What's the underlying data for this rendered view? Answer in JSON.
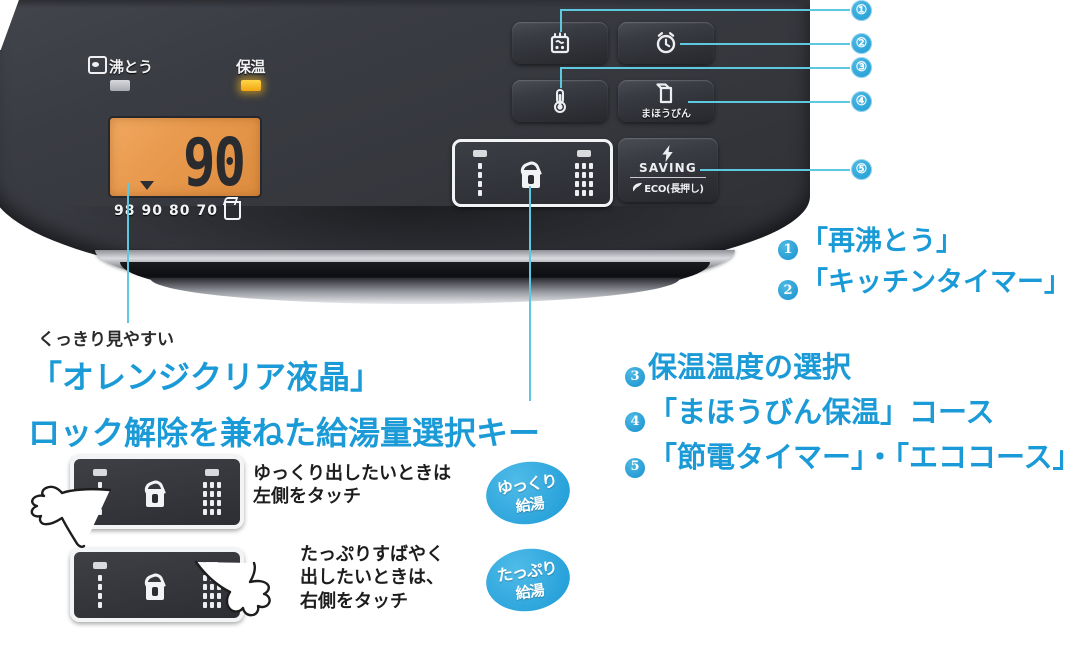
{
  "product": {
    "lamps": [
      {
        "icon": "kettle-icon",
        "label": "沸とう",
        "state": "off"
      },
      {
        "icon": "",
        "label": "保温",
        "state": "on"
      }
    ],
    "lcd": {
      "value": "90",
      "unit_scale": [
        "98",
        "90",
        "80",
        "70"
      ],
      "scale_icon": "thermos-icon",
      "marker": "▼"
    },
    "buttons": [
      {
        "id": "reboil",
        "icon": "kettle-steam-icon",
        "caption": ""
      },
      {
        "id": "timer",
        "icon": "alarm-clock-icon",
        "caption": ""
      },
      {
        "id": "temp",
        "icon": "thermometer-icon",
        "caption": ""
      },
      {
        "id": "mahobin",
        "icon": "thermos-flask-icon",
        "caption": "まほうびん"
      },
      {
        "id": "saving",
        "icon": "lightning-bolt-icon",
        "caption": "SAVING",
        "sub_icon": "leaf-icon",
        "sub_caption": "ECO(長押し)"
      }
    ],
    "lock_panel": {
      "icon": "unlocked-padlock-icon"
    }
  },
  "callouts": [
    {
      "num": "①"
    },
    {
      "num": "②"
    },
    {
      "num": "③"
    },
    {
      "num": "④"
    },
    {
      "num": "⑤"
    }
  ],
  "legend": {
    "group_top": [
      {
        "num": "1",
        "text": "「再沸とう」"
      },
      {
        "num": "2",
        "text": "「キッチンタイマー」"
      }
    ],
    "group_bottom": [
      {
        "num": "3",
        "text": "保温温度の選択"
      },
      {
        "num": "4",
        "text": "「まほうびん保温」コース"
      },
      {
        "num": "5",
        "text": "「節電タイマー」・「エココース」"
      }
    ]
  },
  "annotations": {
    "lcd_sub": "くっきり見やすい",
    "lcd_main": "「オレンジクリア液晶」",
    "keys_title": "ロック解除を兼ねた給湯量選択キー"
  },
  "key_rows": [
    {
      "note_lines": [
        "ゆっくり出したいときは",
        "左側をタッチ"
      ],
      "badge_line1": "ゆっくり",
      "badge_line2": "給湯",
      "hand_side": "left"
    },
    {
      "note_lines": [
        "たっぷりすばやく",
        "出したいときは、",
        "右側をタッチ"
      ],
      "badge_line1": "たっぷり",
      "badge_line2": "給湯",
      "hand_side": "right"
    }
  ],
  "colors": {
    "accent_blue": "#1a9ad6",
    "callout_line": "#5ec8e0",
    "lcd_orange": "#e89a4e",
    "lamp_on": "#f2a512",
    "body_dark": "#383a40"
  }
}
